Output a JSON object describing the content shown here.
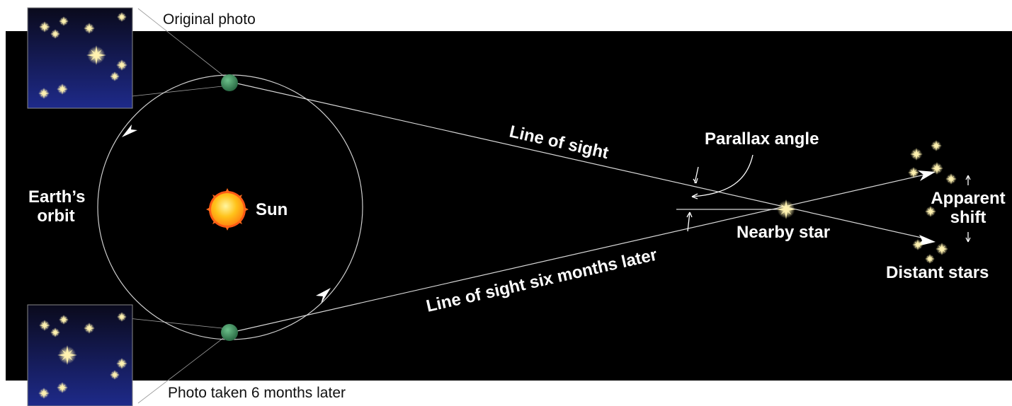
{
  "captions": {
    "original_photo": "Original photo",
    "later_photo": "Photo taken 6 months later"
  },
  "labels": {
    "earths_orbit_line1": "Earth’s",
    "earths_orbit_line2": "orbit",
    "sun": "Sun",
    "line_of_sight": "Line of sight",
    "line_of_sight_later": "Line of sight six months later",
    "parallax_angle": "Parallax angle",
    "nearby_star": "Nearby star",
    "apparent_shift_line1": "Apparent",
    "apparent_shift_line2": "shift",
    "distant_stars": "Distant stars"
  },
  "colors": {
    "space": "#000000",
    "photo_top": "#0a0a1c",
    "photo_bottom": "#1e2a8a",
    "earth": "#3a8a5a",
    "sun": "#ffc21a",
    "sun_rays": "#ff6a1a",
    "star": "#fff2b0",
    "lines": "#d8d8d8"
  }
}
